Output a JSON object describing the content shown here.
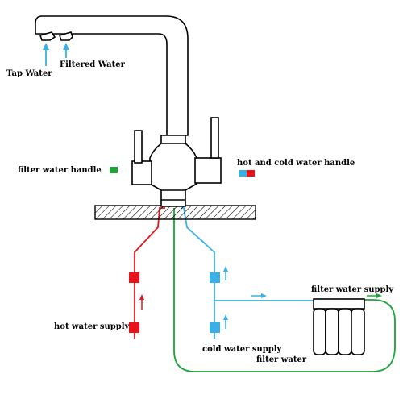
{
  "labels": {
    "tap_water": "Tap Water",
    "filtered_water": "Filtered Water",
    "filter_water_handle": "filter water handle",
    "hot_and_cold_water_handle": "hot and cold water handle",
    "hot_water_supply": "hot water supply",
    "cold_water_supply": "cold water supply",
    "filter_water_supply": "filter water supply",
    "filter_water": "filter water"
  },
  "colors": {
    "hot": "#e8141b",
    "cold": "#3ab0e6",
    "filter": "#1fa33a",
    "outline": "#000000"
  },
  "icons": {
    "arrow": "arrow-icon",
    "valve": "valve-icon",
    "swatch": "color-swatch-icon"
  }
}
